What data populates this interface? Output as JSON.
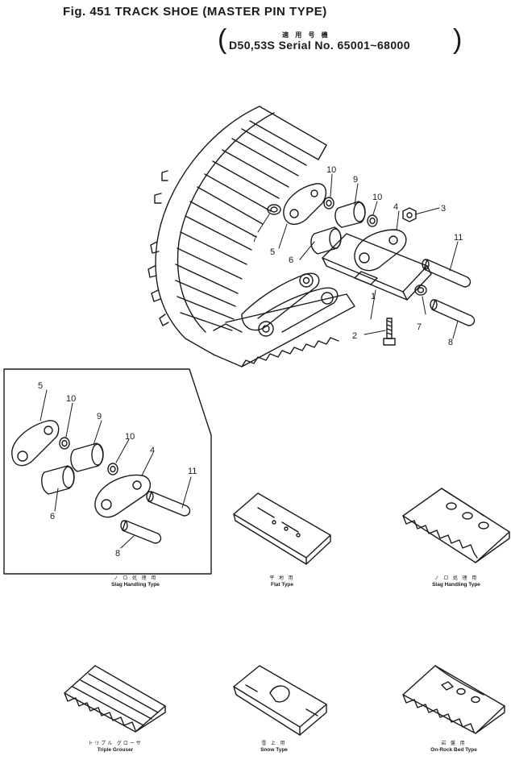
{
  "header": {
    "figure_title": "Fig. 451   TRACK SHOE  (MASTER PIN TYPE)",
    "applicable_models_jp": "適 用 号 機",
    "serial_range": "D50,53S Serial No. 65001~68000"
  },
  "callouts": [
    "1",
    "2",
    "3",
    "4",
    "5",
    "6",
    "7",
    "8",
    "9",
    "10",
    "11"
  ],
  "inset_callouts": [
    "4",
    "5",
    "6",
    "8",
    "9",
    "10",
    "11"
  ],
  "shoe_types": [
    {
      "jp": "ノ ロ 処 理 用",
      "en": "Slag Handling Type"
    },
    {
      "jp": "平 地 用",
      "en": "Flat Type"
    },
    {
      "jp": "ノ ロ 処 理 用",
      "en": "Slag Handling Type"
    },
    {
      "jp": "トリプル グローサ",
      "en": "Triple Grouser"
    },
    {
      "jp": "雪 上 用",
      "en": "Snow Type"
    },
    {
      "jp": "岩 盤 用",
      "en": "On-Rock Bed Type"
    }
  ]
}
